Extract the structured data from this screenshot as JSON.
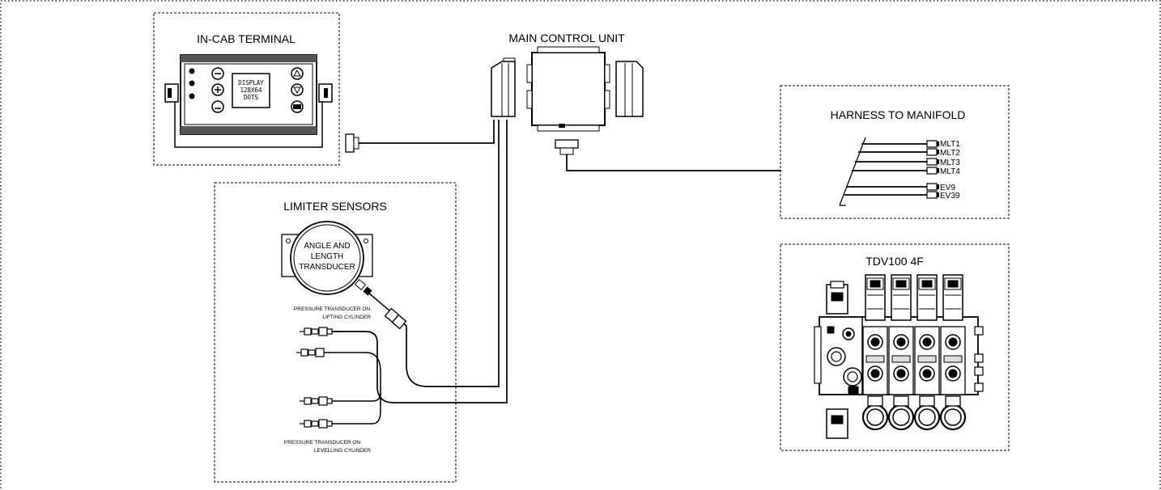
{
  "terminal": {
    "title": "IN-CAB TERMINAL",
    "display_lines": [
      "DISPLAY",
      "128X64",
      "DOTS"
    ]
  },
  "main_unit": {
    "title": "MAIN CONTROL UNIT"
  },
  "harness": {
    "title": "HARNESS TO MANIFOLD",
    "connectors": [
      "MLT1",
      "MLT2",
      "MLT3",
      "MLT4",
      "EV9",
      "EV39"
    ]
  },
  "sensors": {
    "title": "LIMITER SENSORS",
    "transducer_lines": [
      "ANGLE AND",
      "LENGTH",
      "TRANSDUCER"
    ],
    "lifting_note": [
      "PRESSURE TRANSDUCER ON",
      "LIFTING CYLINDER"
    ],
    "levelling_note": [
      "PRESSURE TRANSDUCER ON",
      "LEVELLING CYLINDER"
    ]
  },
  "valve": {
    "title": "TDV100 4F"
  }
}
